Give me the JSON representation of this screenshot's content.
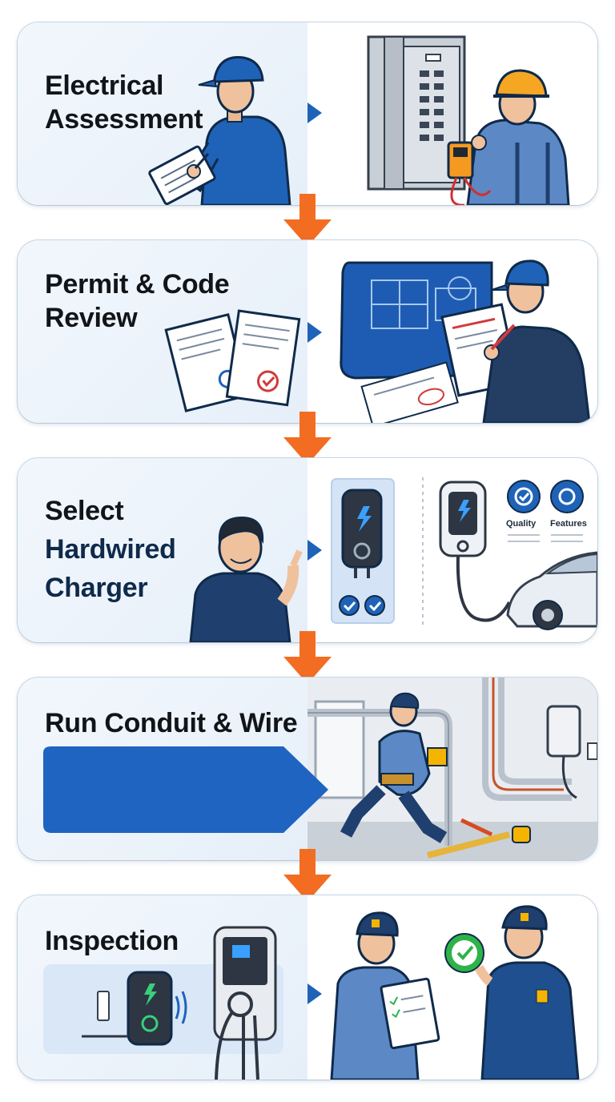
{
  "steps": [
    {
      "title_lines": [
        "Electrical",
        "Assessment"
      ]
    },
    {
      "title_lines": [
        "Permit & Code",
        "Review"
      ]
    },
    {
      "title_lines": [
        "Select",
        "Hardwired",
        "Charger"
      ]
    },
    {
      "title_lines": [
        "Run Conduit & Wire"
      ]
    },
    {
      "title_lines": [
        "Inspection"
      ]
    }
  ],
  "charger_features": {
    "quality_label": "Quality",
    "features_label": "Features"
  },
  "colors": {
    "accent_orange": "#f26d21",
    "primary_blue": "#1f63b8",
    "navy": "#0f2a4a",
    "card_bg": "#eef4fb",
    "approved_green": "#2eb34a"
  }
}
